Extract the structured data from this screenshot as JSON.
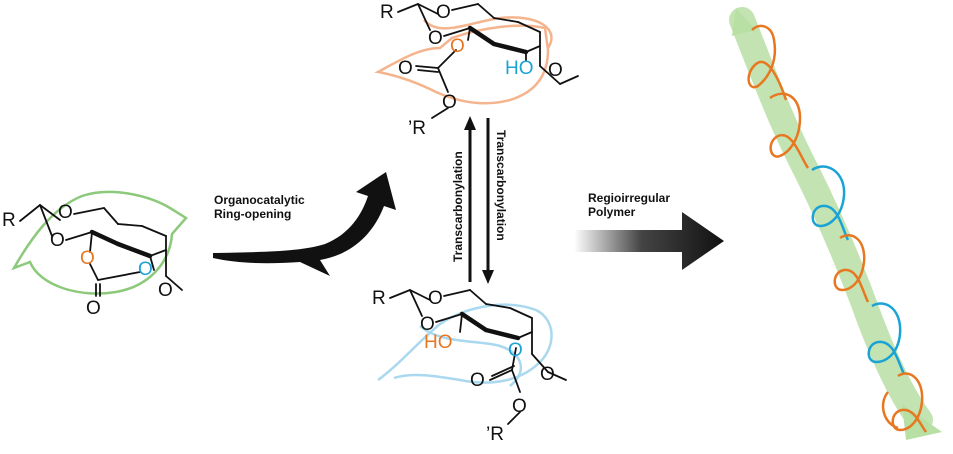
{
  "labels": {
    "ring_opening_line1": "Organocatalytic",
    "ring_opening_line2": "Ring-opening",
    "transcarb_up": "Transcarbonylation",
    "transcarb_down": "Transcarbonylation",
    "polymer_line1": "Regioirregular",
    "polymer_line2": "Polymer"
  },
  "atoms": {
    "R": "R",
    "R_prime": "’R",
    "O": "O",
    "HO": "HO"
  },
  "colors": {
    "orange": "#e87722",
    "blue": "#1ba3d6",
    "green": "#8cc97a",
    "green_band": "#b8dfa4",
    "peach": "#f4b48e",
    "light_blue": "#a9d8ef",
    "black": "#111111"
  }
}
